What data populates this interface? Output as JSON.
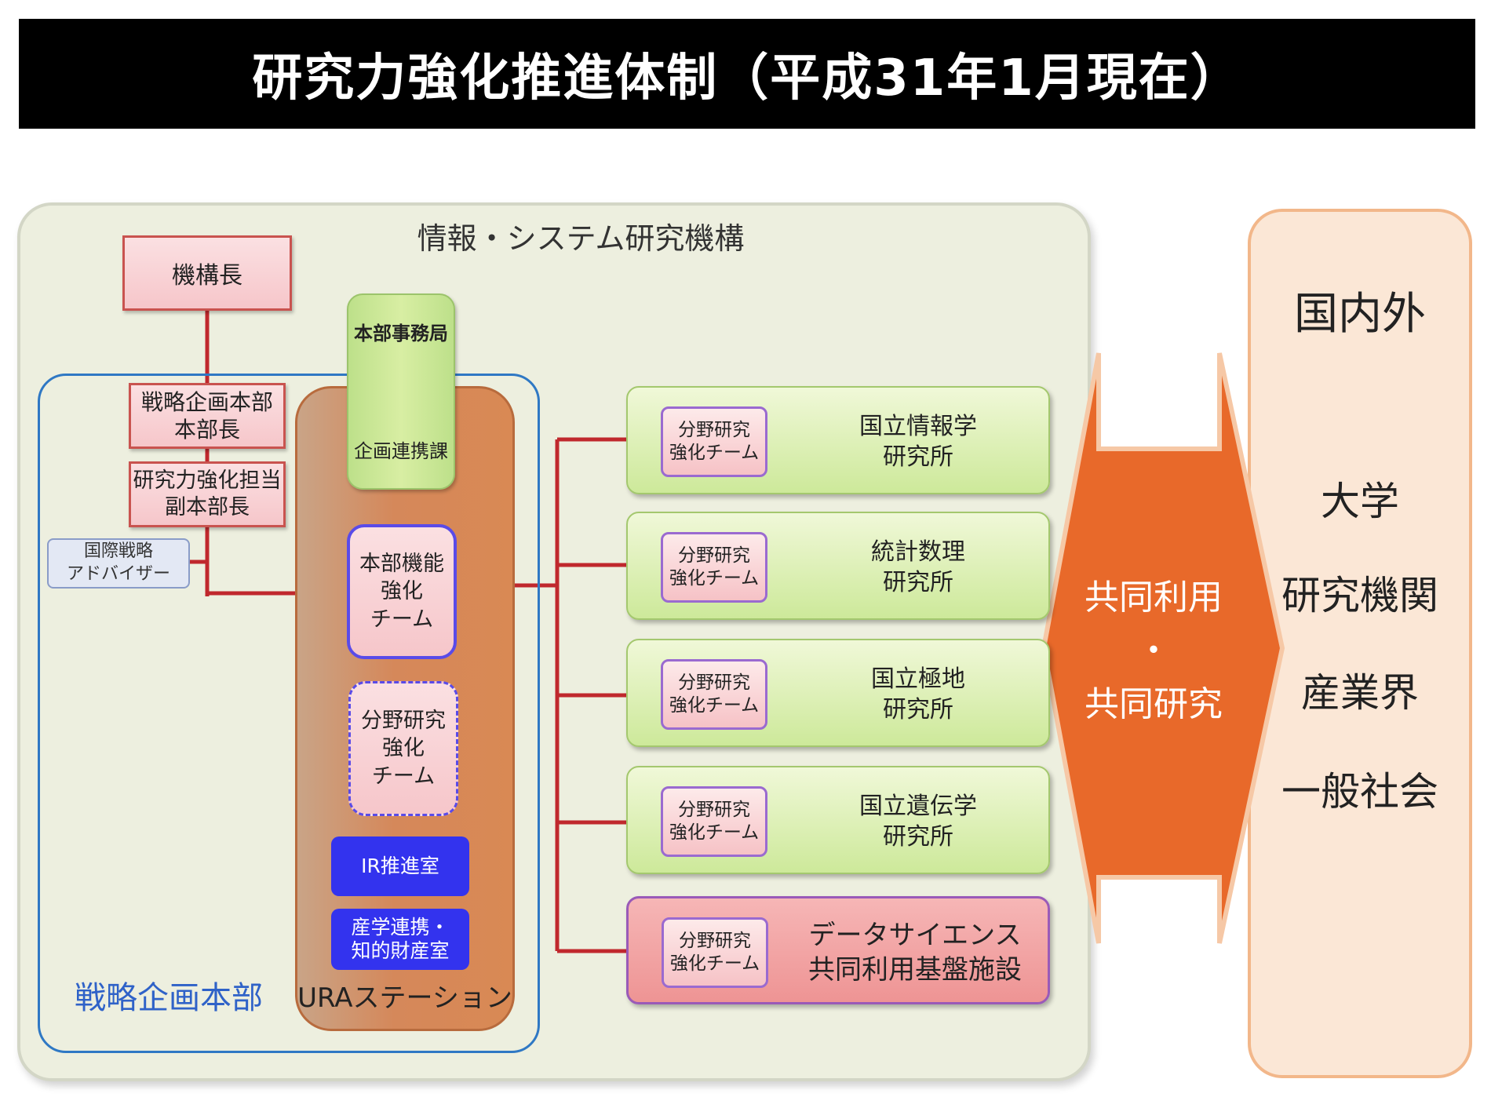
{
  "title": "研究力強化推進体制（平成31年1月現在）",
  "organization": {
    "name": "情報・システム研究機構",
    "director": "機構長",
    "head_office": {
      "name": "本部事務局",
      "division": "企画連携課"
    },
    "strategy_hq": {
      "label": "戦略企画本部",
      "head": [
        "戦略企画本部",
        "本部長"
      ],
      "deputy": [
        "研究力強化担当",
        "副本部長"
      ],
      "advisor": [
        "国際戦略",
        "アドバイザー"
      ]
    },
    "ura_station": {
      "label": "URAステーション",
      "hq_team": [
        "本部機能",
        "強化",
        "チーム"
      ],
      "field_team": [
        "分野研究",
        "強化",
        "チーム"
      ],
      "ir_office": "IR推進室",
      "ip_office": [
        "産学連携・",
        "知的財産室"
      ]
    },
    "institutes": [
      {
        "team": [
          "分野研究",
          "強化チーム"
        ],
        "name": [
          "国立情報学",
          "研究所"
        ]
      },
      {
        "team": [
          "分野研究",
          "強化チーム"
        ],
        "name": [
          "統計数理",
          "研究所"
        ]
      },
      {
        "team": [
          "分野研究",
          "強化チーム"
        ],
        "name": [
          "国立極地",
          "研究所"
        ]
      },
      {
        "team": [
          "分野研究",
          "強化チーム"
        ],
        "name": [
          "国立遺伝学",
          "研究所"
        ]
      },
      {
        "team": [
          "分野研究",
          "強化チーム"
        ],
        "name": [
          "データサイエンス",
          "共同利用基盤施設"
        ]
      }
    ]
  },
  "arrow": {
    "line1": "共同利用",
    "dot": "・",
    "line2": "共同研究"
  },
  "outside": {
    "title": "国内外",
    "items": [
      "大学",
      "研究機関",
      "産業界",
      "一般社会"
    ]
  },
  "colors": {
    "title_bg": "#000000",
    "org_panel": "#edefdf",
    "outside_panel": "#fbe7d6",
    "connector": "#c0282d",
    "arrow": "#e8692a",
    "strategy_frame": "#2f78c4",
    "blue_office": "#3333ee"
  }
}
